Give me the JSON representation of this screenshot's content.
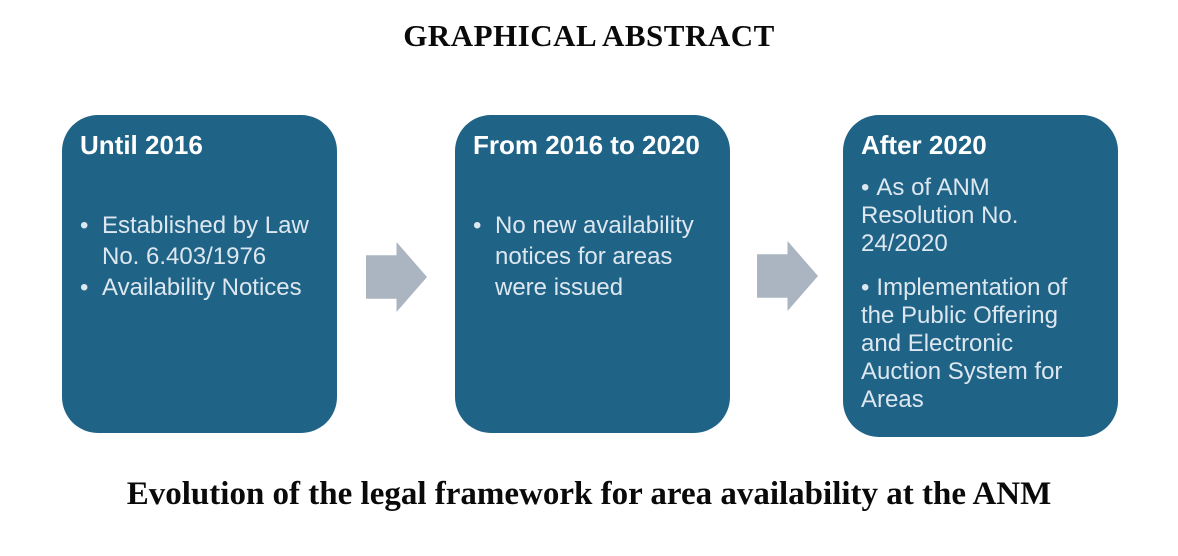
{
  "title": "GRAPHICAL ABSTRACT",
  "caption": "Evolution of the legal framework for area availability at the ANM",
  "bullet_char": "•",
  "boxes": [
    {
      "heading": "Until 2016",
      "bullets": [
        "Established by Law No. 6.403/1976",
        "Availability Notices"
      ]
    },
    {
      "heading": "From 2016 to 2020",
      "bullets": [
        "No new availability notices for areas were issued"
      ]
    },
    {
      "heading": "After 2020",
      "bullets": [
        "As of ANM Resolution No. 24/2020",
        "Implementation of the Public Offering and Electronic Auction System for Areas"
      ]
    }
  ],
  "colors": {
    "box_fill": "#1F6386",
    "arrow": "#ABB5C1",
    "heading_text": "#FFFFFF",
    "body_text": "#DDE7F0",
    "title_text": "#0A0A0A",
    "background": "#FFFFFF"
  }
}
